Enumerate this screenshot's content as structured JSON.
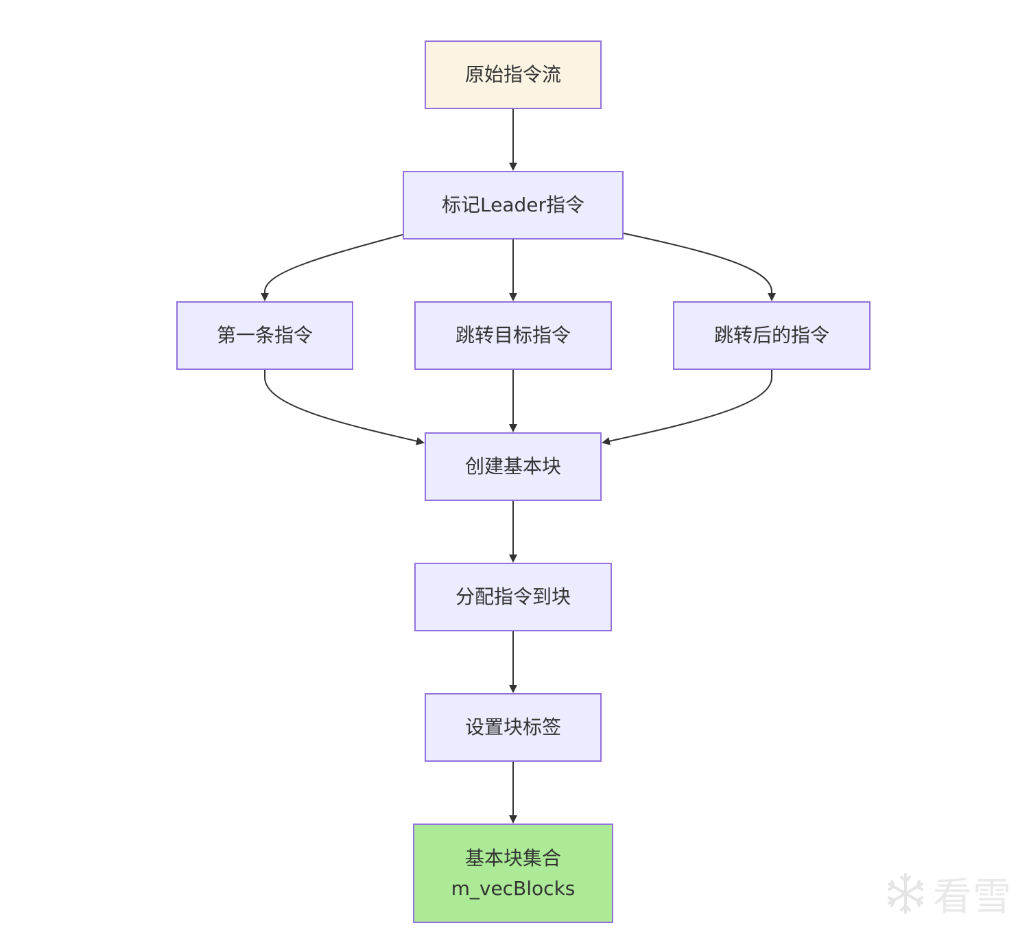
{
  "nodes": {
    "start": {
      "label": "原始指令流"
    },
    "leader": {
      "label": "标记Leader指令"
    },
    "first": {
      "label": "第一条指令"
    },
    "target": {
      "label": "跳转目标指令"
    },
    "after": {
      "label": "跳转后的指令"
    },
    "create": {
      "label": "创建基本块"
    },
    "assign": {
      "label": "分配指令到块"
    },
    "label": {
      "label": "设置块标签"
    },
    "result": {
      "line1": "基本块集合",
      "line2": "m_vecBlocks"
    }
  },
  "edges": [
    {
      "from": "start",
      "to": "leader"
    },
    {
      "from": "leader",
      "to": "first"
    },
    {
      "from": "leader",
      "to": "target"
    },
    {
      "from": "leader",
      "to": "after"
    },
    {
      "from": "first",
      "to": "create"
    },
    {
      "from": "target",
      "to": "create"
    },
    {
      "from": "after",
      "to": "create"
    },
    {
      "from": "create",
      "to": "assign"
    },
    {
      "from": "assign",
      "to": "label"
    },
    {
      "from": "label",
      "to": "result"
    }
  ],
  "colors": {
    "node_fill": "#ECECFF",
    "node_border": "#9370DB",
    "start_fill": "#FBF4E3",
    "end_fill": "#ACEA97",
    "edge": "#333333",
    "text": "#333333"
  },
  "watermark": {
    "icon": "snowflake-icon",
    "text": "看雪"
  }
}
